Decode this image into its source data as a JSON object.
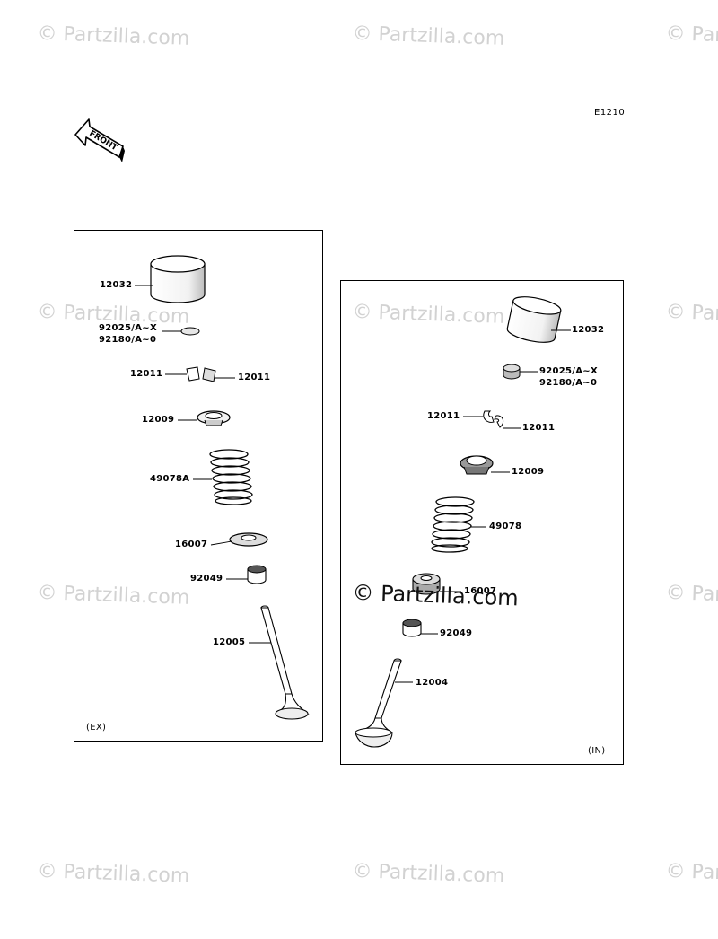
{
  "diagram_code": "E1210",
  "front_arrow_label": "FRONT",
  "watermark": "© Partzilla.com",
  "ex_panel": {
    "caption": "(EX)",
    "labels": {
      "tappet": "12032",
      "shim_a": "92025/A~X",
      "shim_b": "92180/A~0",
      "cotter_left": "12011",
      "cotter_right": "12011",
      "retainer": "12009",
      "spring": "49078A",
      "seat": "16007",
      "seal": "92049",
      "valve": "12005"
    }
  },
  "in_panel": {
    "caption": "(IN)",
    "labels": {
      "tappet": "12032",
      "shim_a": "92025/A~X",
      "shim_b": "92180/A~0",
      "cotter_left": "12011",
      "cotter_right": "12011",
      "retainer": "12009",
      "spring": "49078",
      "seat": "16007",
      "seal": "92049",
      "valve": "12004"
    }
  }
}
